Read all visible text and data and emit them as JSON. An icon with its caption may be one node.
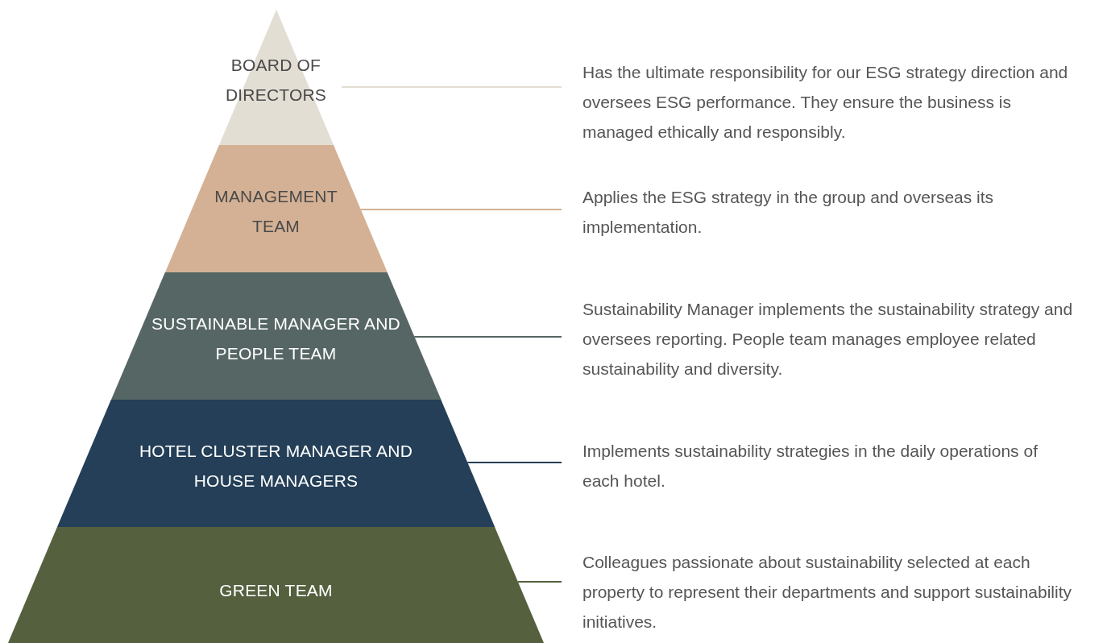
{
  "diagram": {
    "nodes": [
      {
        "text": [
          "BOARD OF DIRECTORS"
        ]
      },
      {
        "text": [
          "MANAGEMENT TEAM"
        ]
      },
      {
        "text": [
          "SUSTAINABLE MANAGER AND PEOPLE TEAM"
        ]
      },
      {
        "text": [
          "HOTEL CLUSTER MANAGER AND HOUSE MANAGERS"
        ]
      },
      {
        "text": [
          "GREEN TEAM"
        ]
      },
      {
        "text": [
          "Has the ultimate responsibility for our ESG strategy direction and oversees ESG performance. They ensure the business is managed ethically and responsibly."
        ]
      },
      {
        "text": [
          "Applies the ESG strategy in the group and overseas its implementation."
        ]
      },
      {
        "text": [
          "Sustainability Manager implements the sustainability strategy and oversees reporting. People team manages employee related sustainability and diversity."
        ]
      },
      {
        "text": [
          "Implements sustainability strategies in the daily operations of each hotel."
        ]
      },
      {
        "text": [
          "Colleagues passionate about sustainability selected at each property to represent their departments and support sustainability initiatives."
        ]
      }
    ],
    "edges": [
      {
        "from": 0,
        "to": 5,
        "arrow": "none",
        "color": "#e3ded3"
      },
      {
        "from": 1,
        "to": 6,
        "arrow": "none",
        "color": "#d4b194"
      },
      {
        "from": 2,
        "to": 7,
        "arrow": "none",
        "color": "#566665"
      },
      {
        "from": 3,
        "to": 8,
        "arrow": "none",
        "color": "#243f57"
      },
      {
        "from": 4,
        "to": 9,
        "arrow": "none",
        "color": "#55603f"
      }
    ]
  }
}
